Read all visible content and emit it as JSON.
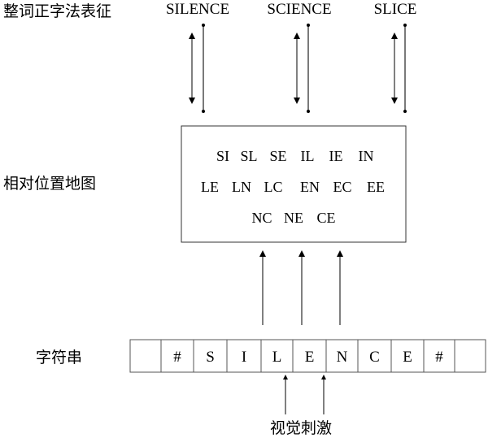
{
  "labels": {
    "whole_word": "整词正字法表征",
    "relative_position_map": "相对位置地图",
    "letter_string": "字符串",
    "visual_stimulus": "视觉刺激"
  },
  "words": [
    "SILENCE",
    "SCIENCE",
    "SLICE"
  ],
  "bigram_rows": [
    [
      "SI",
      "SL",
      "SE",
      "IL",
      "IE",
      "IN"
    ],
    [
      "LE",
      "LN",
      "LC",
      "EN",
      "EC",
      "EE"
    ],
    [
      "NC",
      "NE",
      "CE"
    ]
  ],
  "string_cells": [
    "",
    "#",
    "S",
    "I",
    "L",
    "E",
    "N",
    "C",
    "E",
    "#",
    ""
  ]
}
